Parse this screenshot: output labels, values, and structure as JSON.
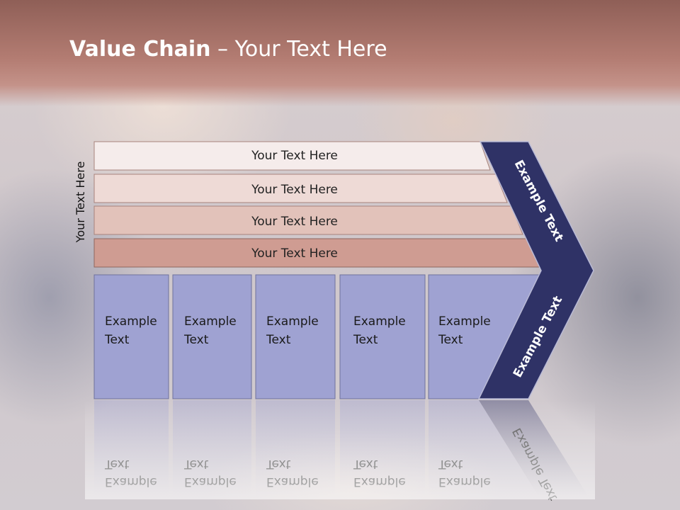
{
  "title": {
    "bold": "Value Chain",
    "rest": " – Your Text Here"
  },
  "side_label": "Your Text Here",
  "support_rows": [
    {
      "label": "Your Text Here",
      "fill": "#f5eceb"
    },
    {
      "label": "Your Text Here",
      "fill": "#eedad6"
    },
    {
      "label": "Your Text Here",
      "fill": "#e2c2ba"
    },
    {
      "label": "Your Text Here",
      "fill": "#cf9c92"
    }
  ],
  "primary_boxes": [
    {
      "line1": "Example",
      "line2": "Text"
    },
    {
      "line1": "Example",
      "line2": "Text"
    },
    {
      "line1": "Example",
      "line2": "Text"
    },
    {
      "line1": "Example",
      "line2": "Text"
    },
    {
      "line1": "Example",
      "line2": "Text"
    }
  ],
  "chevron_labels": {
    "top": "Example Text",
    "bottom": "Example Text"
  },
  "colors": {
    "box_fill": "#9fa2d2",
    "chevron": "#2f3266",
    "title": "#ffffff"
  }
}
